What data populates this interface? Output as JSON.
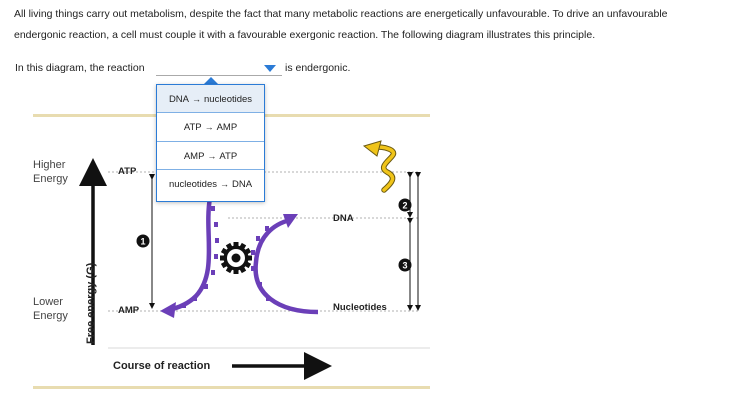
{
  "intro": {
    "line1": "All living things carry out metabolism, despite the fact that many metabolic reactions are energetically unfavourable. To drive an unfavourable",
    "line2": "endergonic reaction, a cell must couple it with a favourable exergonic reaction. The following diagram illustrates this principle."
  },
  "question": {
    "prefix": "In this diagram, the reaction",
    "suffix": "is endergonic.",
    "selected": "",
    "options": [
      {
        "left": "DNA",
        "arrow": "→",
        "right": "nucleotides"
      },
      {
        "left": "ATP",
        "arrow": "→",
        "right": "AMP"
      },
      {
        "left": "AMP",
        "arrow": "→",
        "right": "ATP"
      },
      {
        "left": "nucleotides",
        "arrow": "→",
        "right": "DNA"
      }
    ]
  },
  "diagram": {
    "higher_energy": [
      "Higher",
      "Energy"
    ],
    "lower_energy": [
      "Lower",
      "Energy"
    ],
    "yaxis": "Free energy (G)",
    "xaxis": "Course of reaction",
    "atp": "ATP",
    "amp": "AMP",
    "dna": "DNA",
    "nucleotides": "Nucleotides",
    "badge1": "1",
    "badge2": "2",
    "badge3": "3"
  },
  "colors": {
    "accent": "#2b7bd6",
    "arrow": "#6b3fb8",
    "lightning": "#f0c419",
    "bar": "#e8dcb0"
  }
}
